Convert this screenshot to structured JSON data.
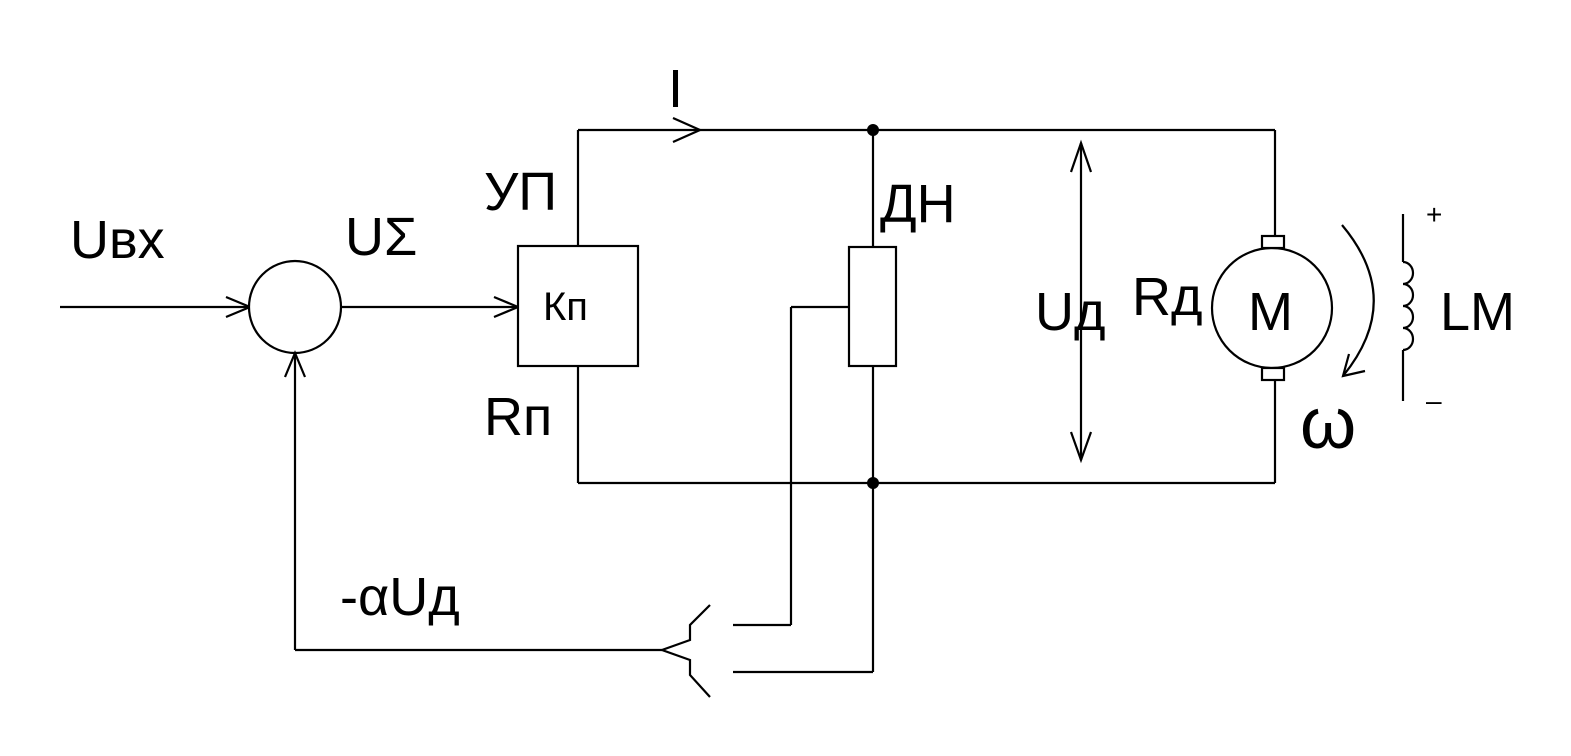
{
  "diagram": {
    "labels": {
      "input": "Uвх",
      "sum": "UΣ",
      "current": "I",
      "converter": "УП",
      "converter_gain": "Кп",
      "converter_resistance": "Rп",
      "voltage_sensor": "ДН",
      "motor_voltage": "Uд",
      "motor_resistance": "Rд",
      "motor": "M",
      "field_winding": "LM",
      "speed": "ω",
      "plus": "+",
      "minus": "–",
      "feedback": "-αUд"
    },
    "colors": {
      "line": "#000000",
      "background": "#ffffff"
    }
  }
}
